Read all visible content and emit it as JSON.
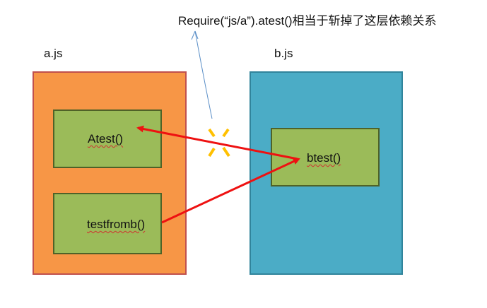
{
  "annotation": {
    "text": "Require(“js/a”).atest()相当于斩掉了这层依赖关系"
  },
  "modules": {
    "a": {
      "name": "a.js",
      "color": "#f79646",
      "functions": [
        "Atest()",
        "testfromb()"
      ]
    },
    "b": {
      "name": "b.js",
      "color": "#4bacc6",
      "functions": [
        "btest()"
      ]
    }
  },
  "colors": {
    "function_box": "#9bbb59",
    "dependency_arrow": "#ee1111",
    "cut_mark": "#ffc000",
    "annotation_arrow": "#5b8fc7"
  }
}
